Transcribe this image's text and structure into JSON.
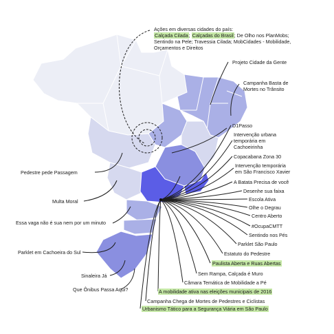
{
  "colors": {
    "light": "#eceef6",
    "lightmid": "#d6d9ef",
    "mid": "#aab0e6",
    "strong": "#8a8fe0",
    "deep": "#5b5de6",
    "highlight": "#c5e8a6",
    "line": "#1f1f1f",
    "border": "#ffffff"
  },
  "top_left": {
    "line1": "Ações em diversas cidades do país:",
    "seg_a": "Calçada Cilada",
    "seg_sep": "; ",
    "seg_b": "Calçadas do Brasil",
    "seg_c": "; De Olho nos PlanMobs;",
    "line3": "Sentindo na Pele; Travessia Cilada; MobCidades - Mobilidade,",
    "line4": "Orçamentos e Direitos"
  },
  "north_east": [
    {
      "text": "Projeto Cidade da Gente"
    },
    {
      "text": "Campanha Basta de"
    },
    {
      "text": "Mortes no Trânsito"
    }
  ],
  "right_list": {
    "d1": "D1Passo",
    "interv1a": "Intervenção urbana",
    "interv1b": "temporária em",
    "interv1c": "Cachoeirinha",
    "copa": "Copacabana Zona 30",
    "interv2a": "Intervenção temporária",
    "interv2b": "em São Francisco Xavier",
    "batata": "A Batata Precisa de você",
    "desenhe": "Desenhe sua faixa",
    "escola": "Escola Ativa",
    "olhe": "Olhe o Degrau",
    "centro": "Centro Aberto",
    "ocupa": "#OcupaCMTT",
    "sentindo": "Sentindo nos Pés",
    "parklet_sp": "Parklet São Paulo",
    "estatuto": "Estatuto do Pedestre",
    "paulista": "Paulista Aberta e Ruas Abertas",
    "semrampa": "Sem Rampa, Calçada é Muro",
    "camara": "Câmara Temática de Mobilidade a Pé",
    "mobil2016": "A mobilidade ativa nas eleições municipais de 2016",
    "chega": "Campanha Chega de Mortes de Pedestres e Ciclistas",
    "urbanismo": "Urbanismo Tático para a Segurança Viária em São Paulo"
  },
  "left_list": {
    "pedestre": "Pedestre pede Passagem",
    "multa": "Multa Moral",
    "vaga": "Essa vaga não é sua nem por um minuto",
    "parklet_cs": "Parklet em Cachoeira do Sul",
    "sinaleira": "Sinaleira Já",
    "onibus": "Que Ônibus Passa Aqui?"
  }
}
